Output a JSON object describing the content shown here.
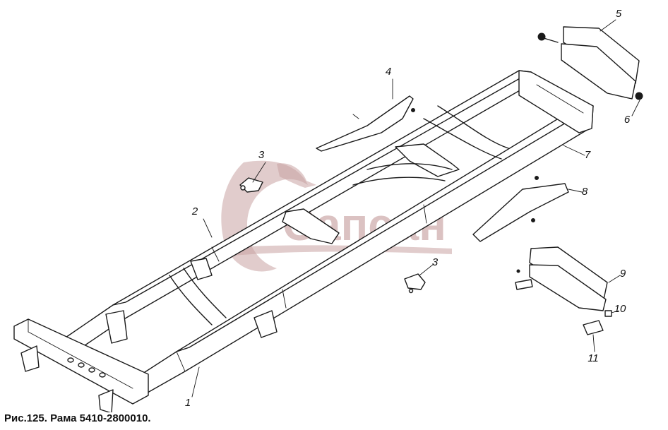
{
  "watermark": {
    "text": "Сапсан",
    "color": "#c9a3a3"
  },
  "caption": "Рис.125.  Рама  5410-2800010.",
  "callouts": [
    {
      "id": "1",
      "label": "1"
    },
    {
      "id": "2",
      "label": "2"
    },
    {
      "id": "3a",
      "label": "3"
    },
    {
      "id": "3b",
      "label": "3"
    },
    {
      "id": "4",
      "label": "4"
    },
    {
      "id": "5",
      "label": "5"
    },
    {
      "id": "6",
      "label": "6"
    },
    {
      "id": "7",
      "label": "7"
    },
    {
      "id": "8",
      "label": "8"
    },
    {
      "id": "9",
      "label": "9"
    },
    {
      "id": "10",
      "label": "10"
    },
    {
      "id": "11",
      "label": "11"
    }
  ]
}
